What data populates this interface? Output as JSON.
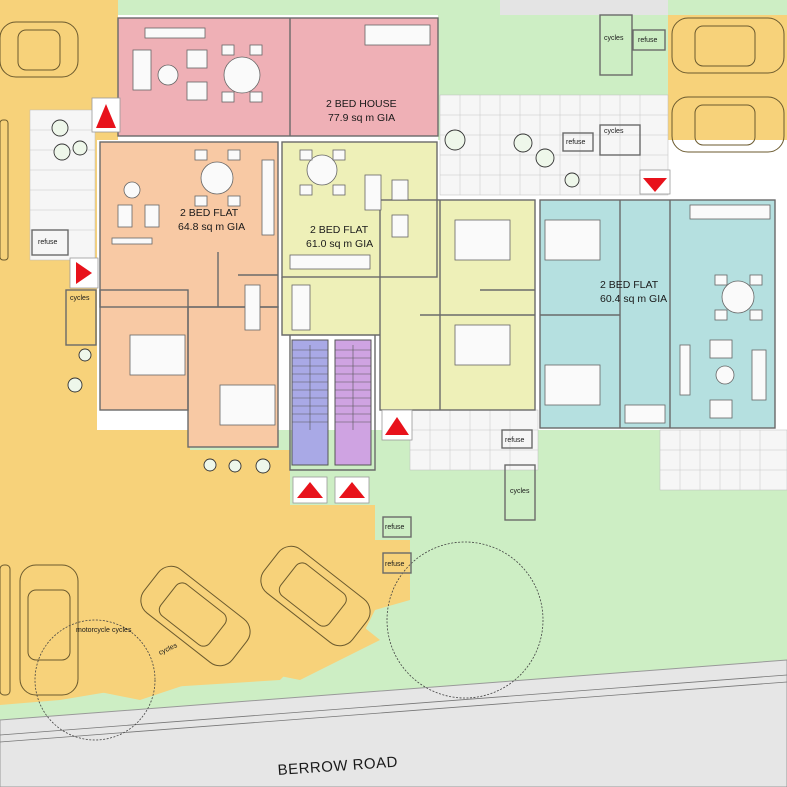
{
  "labels": {
    "house_title": "2 BED HOUSE",
    "house_area": "77.9 sq m GIA",
    "flat_a_title": "2 BED FLAT",
    "flat_a_area": "64.8 sq m GIA",
    "flat_b_title": "2 BED FLAT",
    "flat_b_area": "61.0 sq m GIA",
    "flat_c_title": "2 BED FLAT",
    "flat_c_area": "60.4 sq m GIA",
    "road_name": "BERROW ROAD",
    "refuse": "refuse",
    "cycles": "cycles",
    "motorcycle": "motorcycle"
  },
  "colors": {
    "parking": "#f7d27a",
    "grass": "#cdeec4",
    "house": "#efb0b6",
    "flat_a": "#f8c9a4",
    "flat_b": "#eef0b8",
    "flat_c": "#b5e0e0",
    "stair_a": "#a9a9e6",
    "stair_b": "#cfa3e2",
    "road": "#e6e6e6",
    "entrance_arrow": "#e8121b"
  }
}
